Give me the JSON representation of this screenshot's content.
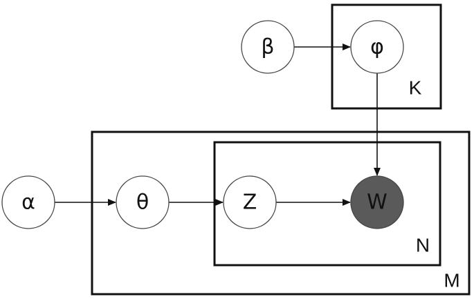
{
  "colors": {
    "latent_node_fill": "#ffffff",
    "observed_node_fill": "#5a5a5a",
    "stroke": "#111111"
  },
  "nodes": {
    "alpha": {
      "label": "α",
      "observed": false
    },
    "beta": {
      "label": "β",
      "observed": false
    },
    "theta": {
      "label": "θ",
      "observed": false
    },
    "phi": {
      "label": "φ",
      "observed": false
    },
    "z": {
      "label": "Z",
      "observed": false
    },
    "w": {
      "label": "W",
      "observed": true
    }
  },
  "plates": {
    "k": {
      "label": "K"
    },
    "m": {
      "label": "M"
    },
    "n": {
      "label": "N"
    }
  },
  "edges": [
    {
      "from": "alpha",
      "to": "theta"
    },
    {
      "from": "theta",
      "to": "z"
    },
    {
      "from": "z",
      "to": "w"
    },
    {
      "from": "beta",
      "to": "phi"
    },
    {
      "from": "phi",
      "to": "w"
    }
  ]
}
